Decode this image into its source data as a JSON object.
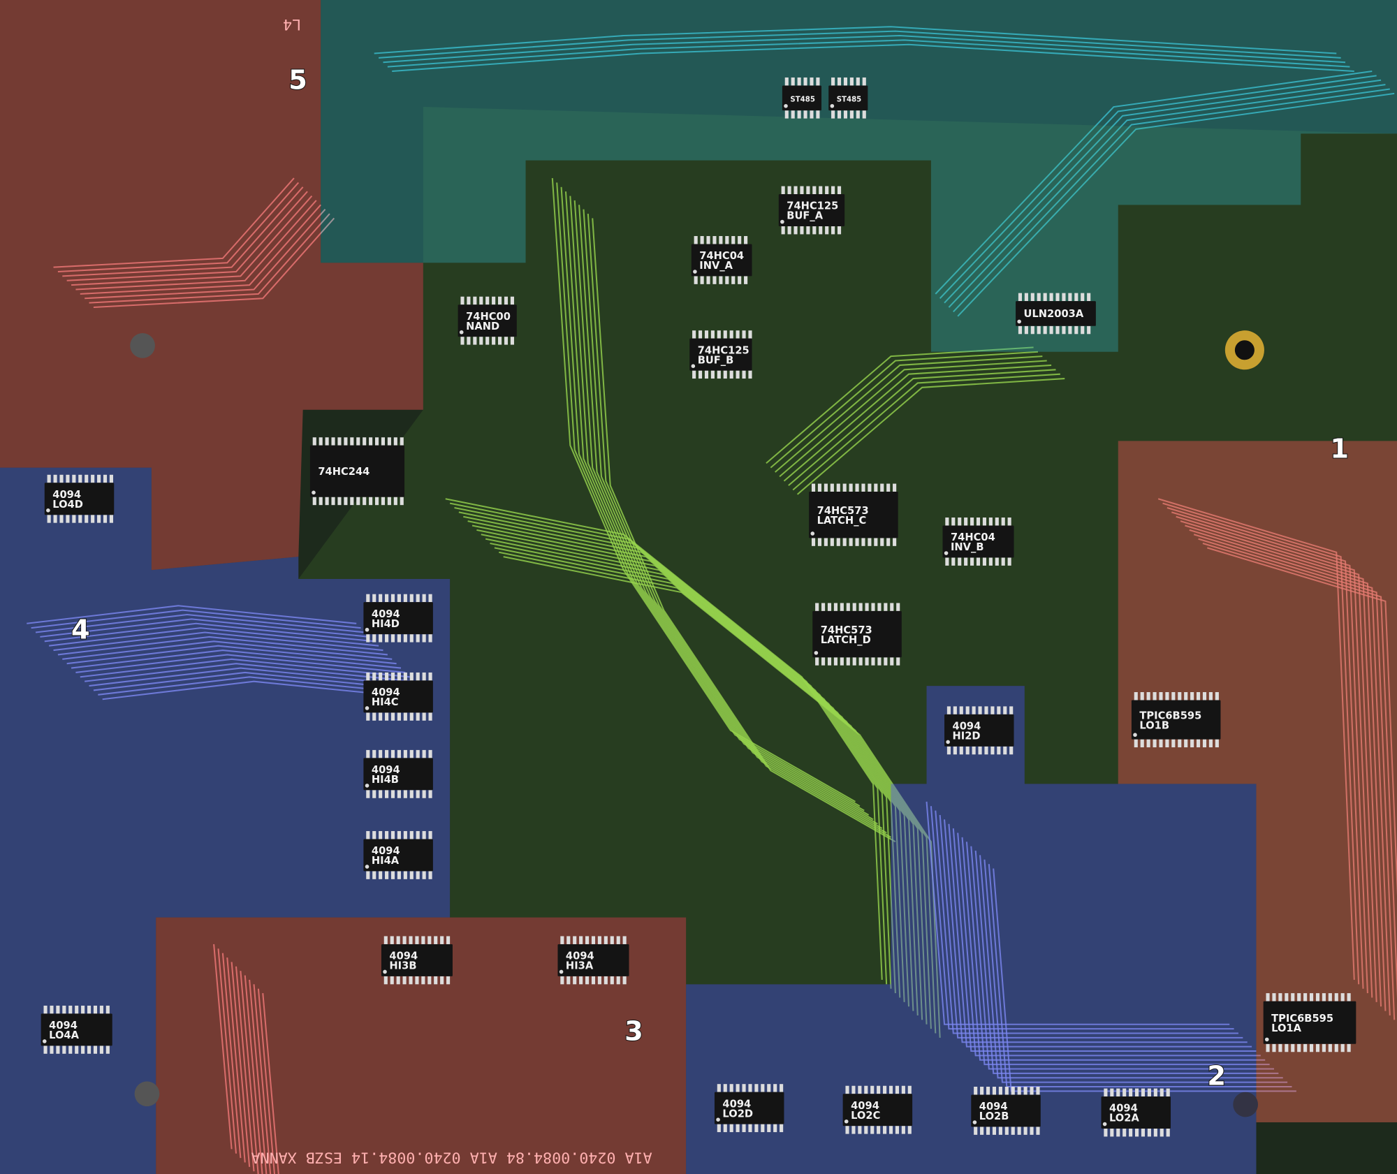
{
  "regions": [
    {
      "number": "1",
      "color": "#e05050"
    },
    {
      "number": "2",
      "color": "#5060e0"
    },
    {
      "number": "3",
      "color": "#e05050"
    },
    {
      "number": "4",
      "color": "#5060e0"
    },
    {
      "number": "5",
      "color": "#e05050"
    }
  ],
  "region_colors": {
    "cyan": "#30b0c0",
    "green": "#70c040",
    "board": "#1d2a1c"
  },
  "chips": [
    {
      "l1": "ST485",
      "l2": ""
    },
    {
      "l1": "ST485",
      "l2": ""
    },
    {
      "l1": "74HC125",
      "l2": "BUF_A"
    },
    {
      "l1": "74HC04",
      "l2": "INV_A"
    },
    {
      "l1": "74HC00",
      "l2": "NAND"
    },
    {
      "l1": "74HC125",
      "l2": "BUF_B"
    },
    {
      "l1": "ULN2003A",
      "l2": ""
    },
    {
      "l1": "74HC244",
      "l2": ""
    },
    {
      "l1": "74HC573",
      "l2": "LATCH_C"
    },
    {
      "l1": "74HC04",
      "l2": "INV_B"
    },
    {
      "l1": "74HC573",
      "l2": "LATCH_D"
    },
    {
      "l1": "4094",
      "l2": "LO4D"
    },
    {
      "l1": "4094",
      "l2": "HI4D"
    },
    {
      "l1": "4094",
      "l2": "HI4C"
    },
    {
      "l1": "4094",
      "l2": "HI4B"
    },
    {
      "l1": "4094",
      "l2": "HI4A"
    },
    {
      "l1": "4094",
      "l2": "HI2D"
    },
    {
      "l1": "TPIC6B595",
      "l2": "LO1B"
    },
    {
      "l1": "TPIC6B595",
      "l2": "LO1A"
    },
    {
      "l1": "4094",
      "l2": "HI3B"
    },
    {
      "l1": "4094",
      "l2": "HI3A"
    },
    {
      "l1": "4094",
      "l2": "LO4A"
    },
    {
      "l1": "4094",
      "l2": "LO2D"
    },
    {
      "l1": "4094",
      "l2": "LO2C"
    },
    {
      "l1": "4094",
      "l2": "LO2B"
    },
    {
      "l1": "4094",
      "l2": "LO2A"
    }
  ],
  "silkscreen": {
    "bottom": "A1A 0240.0084.84   A1A 0240.0084.14   ESZB   XANNA",
    "corner_top": "L4"
  }
}
